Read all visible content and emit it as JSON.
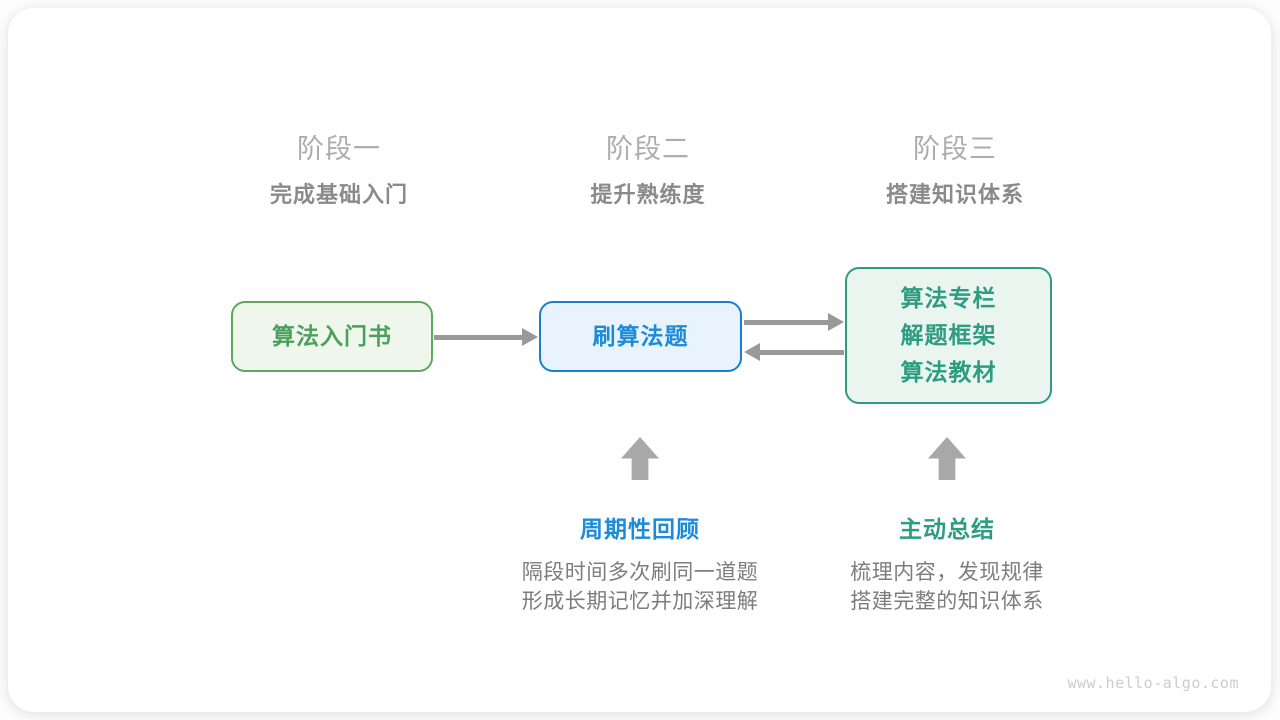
{
  "stages": [
    {
      "title": "阶段一",
      "subtitle": "完成基础入门"
    },
    {
      "title": "阶段二",
      "subtitle": "提升熟练度"
    },
    {
      "title": "阶段三",
      "subtitle": "搭建知识体系"
    }
  ],
  "nodes": [
    {
      "label": "算法入门书",
      "text_color": "#4aa05c",
      "border_color": "#5fa761",
      "bg_color": "#eff6ec"
    },
    {
      "label": "刷算法题",
      "text_color": "#1e8bd8",
      "border_color": "#1a7fd1",
      "bg_color": "#e9f3fd"
    },
    {
      "lines": [
        "算法专栏",
        "解题框架",
        "算法教材"
      ],
      "text_color": "#2d9c81",
      "border_color": "#2f9b84",
      "bg_color": "#ebf5f0"
    }
  ],
  "annotations": [
    {
      "label": "周期性回顾",
      "color": "#1e8bd8",
      "lines": [
        "隔段时间多次刷同一道题",
        "形成长期记忆并加深理解"
      ]
    },
    {
      "label": "主动总结",
      "color": "#2d9c81",
      "lines": [
        "梳理内容，发现规律",
        "搭建完整的知识体系"
      ]
    }
  ],
  "colors": {
    "stage_title": "#adadad",
    "stage_subtitle": "#8a8a8a",
    "body_text": "#7d7d7d",
    "arrow": "#999999",
    "block_arrow": "#a8a8a8",
    "watermark": "#cccccc",
    "card_bg": "#ffffff"
  },
  "watermark": "www.hello-algo.com"
}
